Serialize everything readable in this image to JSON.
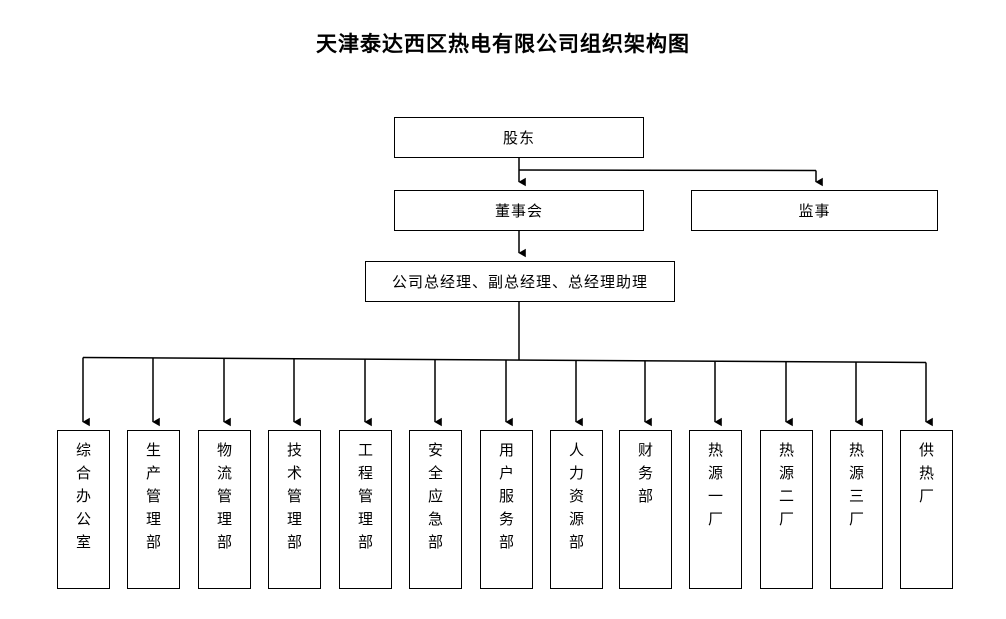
{
  "title": "天津泰达西区热电有限公司组织架构图",
  "colors": {
    "line": "#000000",
    "box_border": "#000000",
    "background": "#ffffff",
    "text": "#000000"
  },
  "chart_data": {
    "type": "diagram",
    "diagram_type": "organizational-chart",
    "orientation": "top-down",
    "title": "天津泰达西区热电有限公司组织架构图",
    "levels": [
      {
        "level": 1,
        "nodes": [
          "股东"
        ]
      },
      {
        "level": 2,
        "nodes": [
          "董事会",
          "监事"
        ]
      },
      {
        "level": 3,
        "nodes": [
          "公司总经理、副总经理、总经理助理"
        ]
      },
      {
        "level": 4,
        "nodes": [
          "综合办公室",
          "生产管理部",
          "物流管理部",
          "技术管理部",
          "工程管理部",
          "安全应急部",
          "用户服务部",
          "人力资源部",
          "财务部",
          "热源一厂",
          "热源二厂",
          "热源三厂",
          "供热厂"
        ]
      }
    ],
    "edges": [
      {
        "from": "股东",
        "to": "董事会",
        "arrow": true
      },
      {
        "from": "股东",
        "to": "监事",
        "arrow": true
      },
      {
        "from": "董事会",
        "to": "公司总经理、副总经理、总经理助理",
        "arrow": true
      },
      {
        "from": "公司总经理、副总经理、总经理助理",
        "to": "综合办公室",
        "arrow": true
      },
      {
        "from": "公司总经理、副总经理、总经理助理",
        "to": "生产管理部",
        "arrow": true
      },
      {
        "from": "公司总经理、副总经理、总经理助理",
        "to": "物流管理部",
        "arrow": true
      },
      {
        "from": "公司总经理、副总经理、总经理助理",
        "to": "技术管理部",
        "arrow": true
      },
      {
        "from": "公司总经理、副总经理、总经理助理",
        "to": "工程管理部",
        "arrow": true
      },
      {
        "from": "公司总经理、副总经理、总经理助理",
        "to": "安全应急部",
        "arrow": true
      },
      {
        "from": "公司总经理、副总经理、总经理助理",
        "to": "用户服务部",
        "arrow": true
      },
      {
        "from": "公司总经理、副总经理、总经理助理",
        "to": "人力资源部",
        "arrow": true
      },
      {
        "from": "公司总经理、副总经理、总经理助理",
        "to": "财务部",
        "arrow": true
      },
      {
        "from": "公司总经理、副总经理、总经理助理",
        "to": "热源一厂",
        "arrow": true
      },
      {
        "from": "公司总经理、副总经理、总经理助理",
        "to": "热源二厂",
        "arrow": true
      },
      {
        "from": "公司总经理、副总经理、总经理助理",
        "to": "热源三厂",
        "arrow": true
      },
      {
        "from": "公司总经理、副总经理、总经理助理",
        "to": "供热厂",
        "arrow": true
      }
    ]
  },
  "nodes": {
    "shareholders": "股东",
    "board": "董事会",
    "supervisor": "监事",
    "management": "公司总经理、副总经理、总经理助理"
  },
  "departments": [
    {
      "label": "综合办公室"
    },
    {
      "label": "生产管理部"
    },
    {
      "label": "物流管理部"
    },
    {
      "label": "技术管理部"
    },
    {
      "label": "工程管理部"
    },
    {
      "label": "安全应急部"
    },
    {
      "label": "用户服务部"
    },
    {
      "label": "人力资源部"
    },
    {
      "label": "财务部"
    },
    {
      "label": "热源一厂"
    },
    {
      "label": "热源二厂"
    },
    {
      "label": "热源三厂"
    },
    {
      "label": "供热厂"
    }
  ]
}
